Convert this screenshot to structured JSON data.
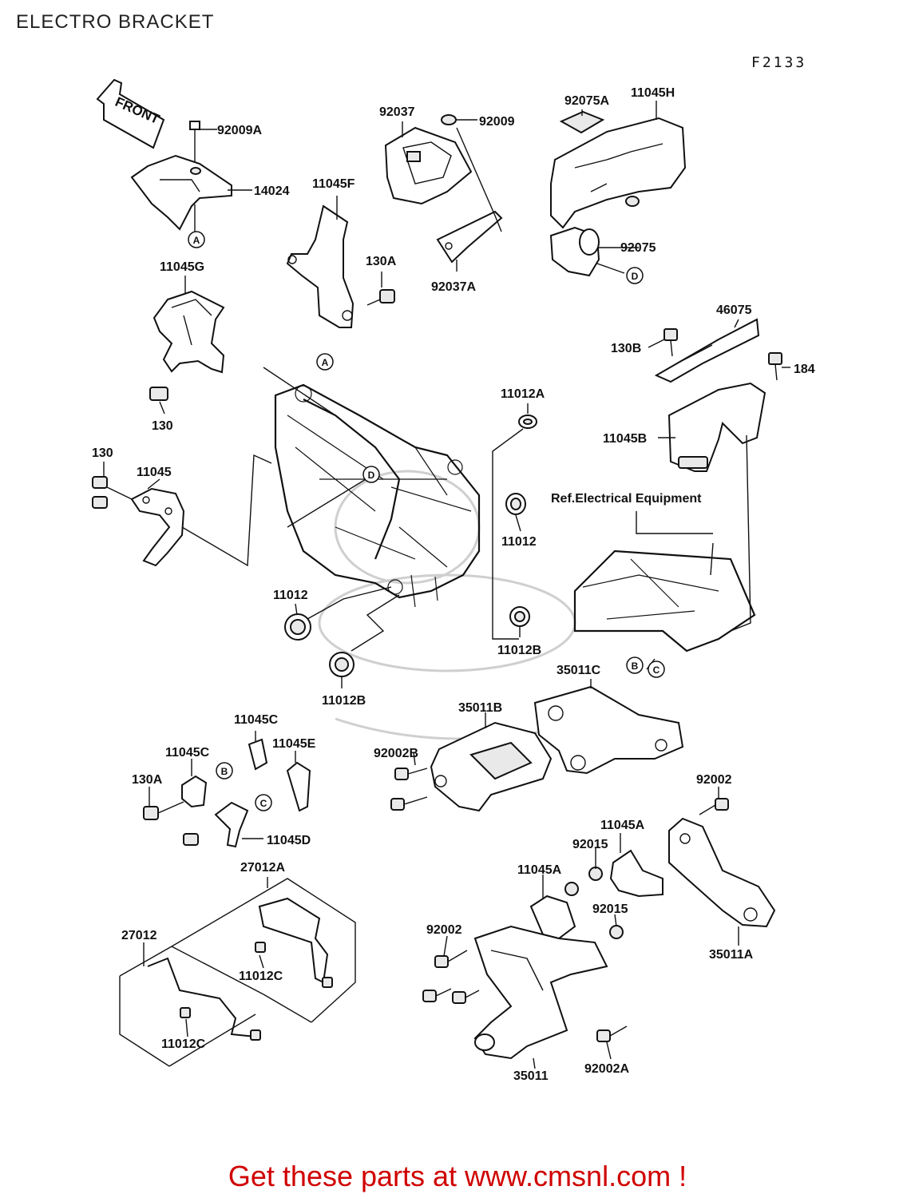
{
  "header": {
    "title": "ELECTRO BRACKET",
    "figure_code": "F2133"
  },
  "front_arrow_label": "FRONT",
  "reference_note": "Ref.Electrical Equipment",
  "callouts": [
    "A",
    "B",
    "C",
    "D"
  ],
  "parts": {
    "p_92009A": "92009A",
    "p_14024": "14024",
    "p_11045G": "11045G",
    "p_130_top": "130",
    "p_11045F": "11045F",
    "p_130A_top": "130A",
    "p_92037": "92037",
    "p_92009": "92009",
    "p_92037A": "92037A",
    "p_92075A": "92075A",
    "p_11045H": "11045H",
    "p_92075": "92075",
    "p_46075": "46075",
    "p_130B": "130B",
    "p_184": "184",
    "p_11045B": "11045B",
    "p_11012A": "11012A",
    "p_130_left": "130",
    "p_11045": "11045",
    "p_11012_right": "11012",
    "p_11012_left": "11012",
    "p_11012B_right": "11012B",
    "p_11012B_left": "11012B",
    "p_35011C": "35011C",
    "p_35011B": "35011B",
    "p_11045C_top": "11045C",
    "p_11045E": "11045E",
    "p_11045C_left": "11045C",
    "p_92002B": "92002B",
    "p_130A_bottom": "130A",
    "p_11045D": "11045D",
    "p_92002_right": "92002",
    "p_11045A_right": "11045A",
    "p_92015_top": "92015",
    "p_11045A_left": "11045A",
    "p_92015_bottom": "92015",
    "p_27012A": "27012A",
    "p_27012": "27012",
    "p_11012C_right": "11012C",
    "p_92002_left": "92002",
    "p_35011A": "35011A",
    "p_11012C_left": "11012C",
    "p_35011": "35011",
    "p_92002A": "92002A"
  },
  "footer": {
    "text": "Get these parts at www.cmsnl.com !",
    "color": "#d00000"
  }
}
